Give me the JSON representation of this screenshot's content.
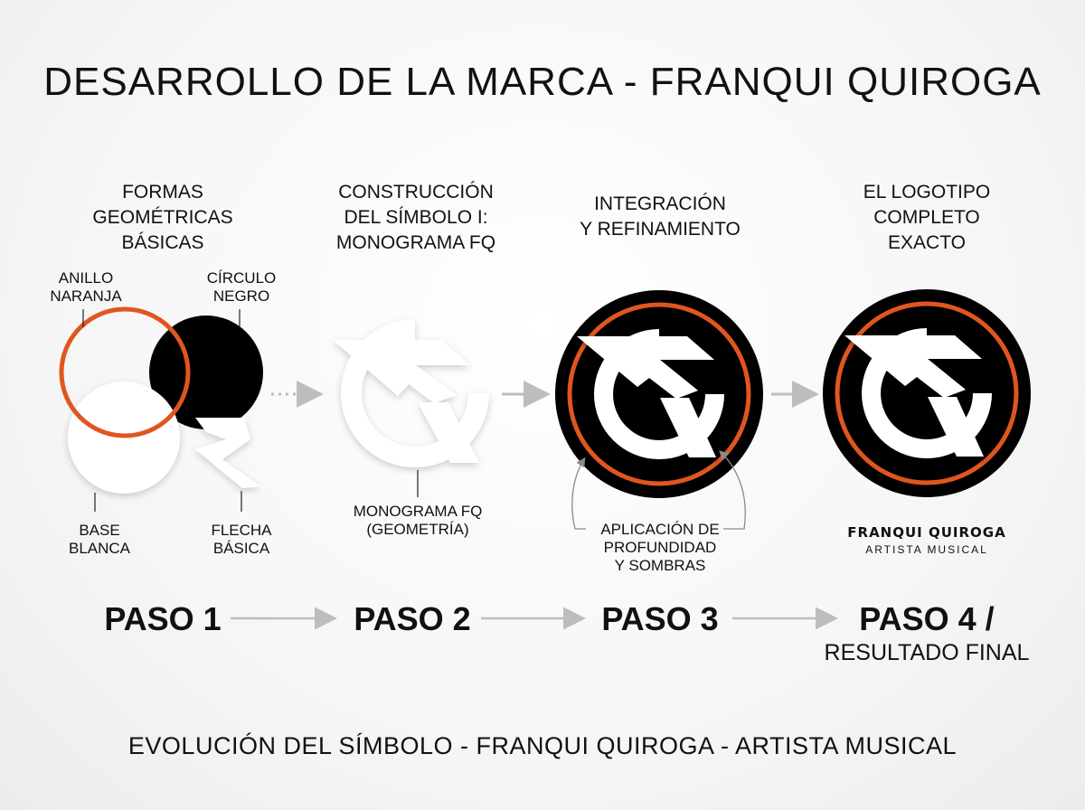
{
  "title": "DESARROLLO DE LA MARCA - FRANQUI QUIROGA",
  "columns": [
    {
      "heading": "FORMAS\nGEOMÉTRICAS\nBÁSICAS"
    },
    {
      "heading": "CONSTRUCCIÓN\nDEL SÍMBOLO I:\nMONOGRAMA FQ"
    },
    {
      "heading": "INTEGRACIÓN\nY REFINAMIENTO"
    },
    {
      "heading": "EL LOGOTIPO\nCOMPLETO\nEXACTO"
    }
  ],
  "labels": {
    "anillo": "ANILLO\nNARANJA",
    "circulo": "CÍRCULO\nNEGRO",
    "base": "BASE\nBLANCA",
    "flecha": "FLECHA\nBÁSICA",
    "monograma": "MONOGRAMA FQ\n(GEOMETRÍA)",
    "aplicacion": "APLICACIÓN DE\nPROFUNDIDAD\nY SOMBRAS"
  },
  "steps": [
    "PASO 1",
    "PASO 2",
    "PASO 3",
    "PASO 4 /"
  ],
  "result_label": "RESULTADO FINAL",
  "brand": {
    "name": "FRANQUI QUIROGA",
    "subtitle": "ARTISTA MUSICAL"
  },
  "footer": "EVOLUCIÓN DEL SÍMBOLO - FRANQUI QUIROGA - ARTISTA MUSICAL",
  "colors": {
    "accent": "#e0561f",
    "black": "#000000",
    "white": "#ffffff",
    "arrow": "#bdbdbd"
  }
}
